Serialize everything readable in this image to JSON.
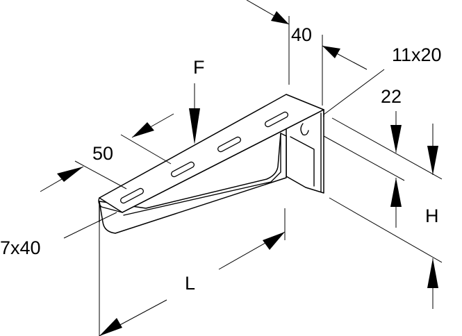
{
  "diagram": {
    "subject": "cable tray wall bracket (isometric technical drawing)",
    "line_color": "#000000",
    "background": "#ffffff",
    "labels": {
      "force": "F",
      "slot_pitch": "50",
      "width": "40",
      "mount_hole": "11x20",
      "flange_height": "22",
      "height": "H",
      "length": "L",
      "arm_slot": "7x40"
    }
  }
}
